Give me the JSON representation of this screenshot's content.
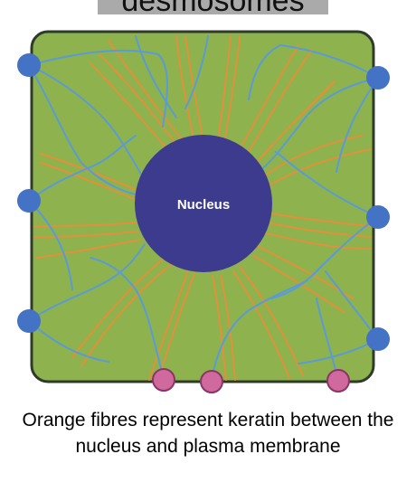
{
  "title_partial": "desmosomes",
  "nucleus_label": "Nucleus",
  "caption": "Orange fibres represent keratin between the nucleus and plasma membrane",
  "colors": {
    "cytoplasm": "#8db24e",
    "cell_border": "#2e3b2a",
    "nucleus": "#3d3b8e",
    "keratin": "#e0913a",
    "filament": "#5b9bd5",
    "desmosome": "#4472c4",
    "hemidesmosome": "#d0699e",
    "title_bg": "#aaaaaa"
  }
}
